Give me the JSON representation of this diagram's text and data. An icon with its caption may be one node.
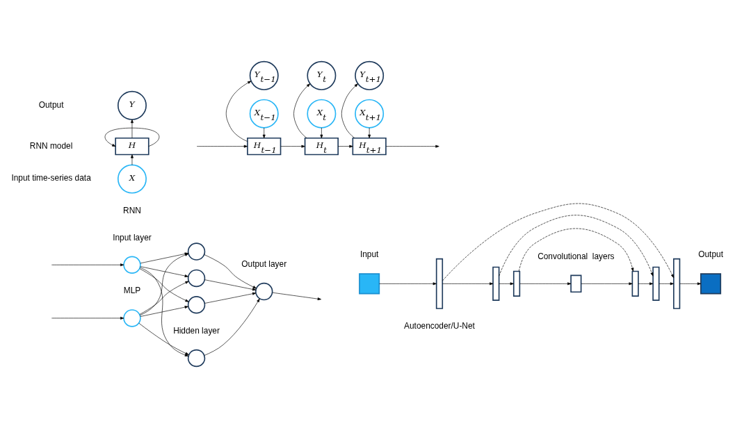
{
  "diagram": {
    "nodes": [
      {
        "text": [],
        "shape": "circle"
      },
      {
        "text": [],
        "shape": "circle"
      },
      {
        "text": [],
        "shape": "circle"
      },
      {
        "text": [],
        "shape": "circle"
      },
      {
        "text": [],
        "shape": "circle"
      },
      {
        "text": [],
        "shape": "circle"
      },
      {
        "text": [],
        "shape": "circle"
      },
      {
        "text": [],
        "shape": "box"
      },
      {
        "text": [],
        "shape": "bar"
      },
      {
        "text": [],
        "shape": "bar"
      },
      {
        "text": [],
        "shape": "bar"
      },
      {
        "text": [],
        "shape": "box"
      },
      {
        "text": [],
        "shape": "bar"
      },
      {
        "text": [],
        "shape": "bar"
      },
      {
        "text": [],
        "shape": "bar"
      },
      {
        "text": [],
        "shape": "box"
      },
      {
        "text": [
          "Y"
        ]
      },
      {
        "text": [
          "H"
        ]
      },
      {
        "text": [
          "X"
        ]
      },
      {
        "text": [
          "Y$_{t−1}$"
        ]
      },
      {
        "text": [
          "Y$_{t}$"
        ]
      },
      {
        "text": [
          "Y$_{t+1}$"
        ]
      },
      {
        "text": [
          "H$_{t−1}$"
        ]
      },
      {
        "text": [
          "H$_{t}$"
        ]
      },
      {
        "text": [
          "H$_{t+1}$"
        ]
      },
      {
        "text": [
          "X$_{t−1}$"
        ]
      },
      {
        "text": [
          "X$_{t}$"
        ]
      },
      {
        "text": [
          "X$_{t+1}$"
        ]
      }
    ],
    "edges": [
      {
        "from": null,
        "to": 0,
        "arrow": "to"
      },
      {
        "from": null,
        "to": 1,
        "arrow": "to"
      },
      {
        "from": 0,
        "to": 2,
        "arrow": "to"
      },
      {
        "from": 0,
        "to": 3,
        "arrow": "to"
      },
      {
        "from": 0,
        "to": 4,
        "arrow": "to"
      },
      {
        "from": 0,
        "to": 5,
        "arrow": "to"
      },
      {
        "from": 1,
        "to": 2,
        "arrow": "to"
      },
      {
        "from": 1,
        "to": 3,
        "arrow": "to"
      },
      {
        "from": 1,
        "to": 4,
        "arrow": "to"
      },
      {
        "from": 1,
        "to": 5,
        "arrow": "to"
      },
      {
        "from": 2,
        "to": 6,
        "arrow": "to"
      },
      {
        "from": 3,
        "to": 6,
        "arrow": "to"
      },
      {
        "from": 4,
        "to": 6,
        "arrow": "to"
      },
      {
        "from": 5,
        "to": 6,
        "arrow": "to"
      },
      {
        "from": 6,
        "to": null,
        "arrow": "to"
      },
      {
        "from": 7,
        "to": 8,
        "arrow": "to"
      },
      {
        "from": 8,
        "to": 9,
        "arrow": "to"
      },
      {
        "from": 9,
        "to": 10,
        "arrow": "to"
      },
      {
        "from": 10,
        "to": 11,
        "arrow": "to"
      },
      {
        "from": 11,
        "to": 12,
        "arrow": "to"
      },
      {
        "from": 12,
        "to": 13,
        "arrow": "to"
      },
      {
        "from": 13,
        "to": 14,
        "arrow": "to"
      },
      {
        "from": 14,
        "to": 15,
        "arrow": "to"
      },
      {
        "from": 8,
        "to": 14,
        "arrow": "to",
        "style": "dashed"
      },
      {
        "from": 9,
        "to": 13,
        "arrow": "to",
        "style": "dashed"
      },
      {
        "from": 10,
        "to": 12,
        "arrow": "to",
        "style": "dashed"
      },
      {
        "from": 18,
        "to": 17,
        "arrow": "to"
      },
      {
        "from": 17,
        "to": 16,
        "arrow": "to"
      },
      {
        "from": 17,
        "to": 17,
        "arrow": "to"
      },
      {
        "from": null,
        "to": 22,
        "arrow": "to"
      },
      {
        "from": 22,
        "to": 23,
        "arrow": "to"
      },
      {
        "from": 23,
        "to": 24,
        "arrow": "to"
      },
      {
        "from": 24,
        "to": null,
        "arrow": "to"
      },
      {
        "from": 25,
        "to": 22,
        "arrow": "to"
      },
      {
        "from": 26,
        "to": 23,
        "arrow": "to"
      },
      {
        "from": 27,
        "to": 24,
        "arrow": "to"
      },
      {
        "from": 22,
        "to": 19,
        "arrow": "to"
      },
      {
        "from": 23,
        "to": 20,
        "arrow": "to"
      },
      {
        "from": 24,
        "to": 21,
        "arrow": "to"
      }
    ],
    "labels": [
      "Input layer",
      "Hidden layer",
      "Output layer",
      "Input",
      "Convolutional  layers",
      "Output",
      "MLP",
      "Autoencoder/U-Net",
      "Output",
      "RNN model",
      "Input time-series data",
      "RNN"
    ]
  }
}
